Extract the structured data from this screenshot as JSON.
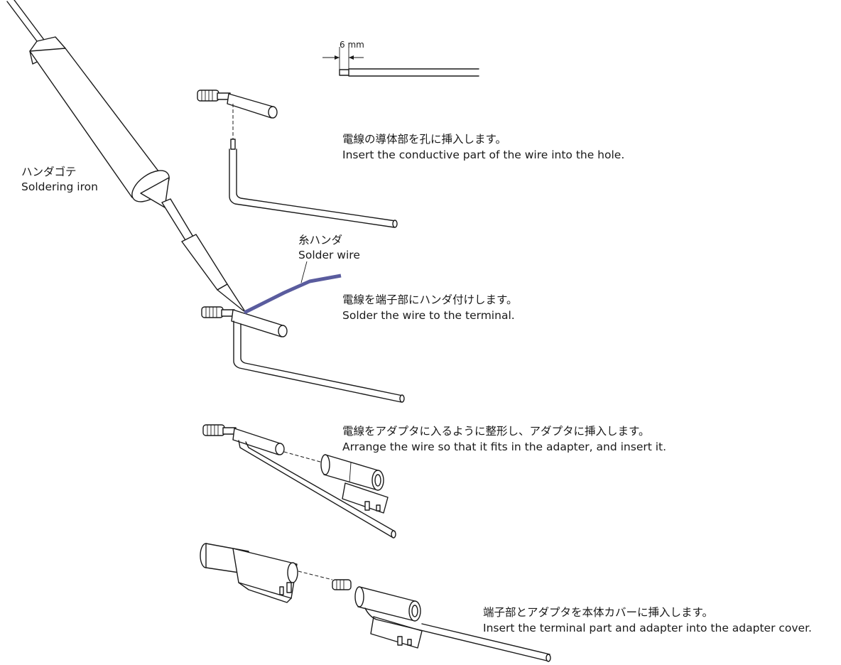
{
  "dimension": {
    "label": "6 mm"
  },
  "iron": {
    "label_ja": "ハンダゴテ",
    "label_en": "Soldering iron"
  },
  "solder": {
    "label_ja": "糸ハンダ",
    "label_en": "Solder wire",
    "color": "#5a5c9e"
  },
  "steps": [
    {
      "ja": "電線の導体部を孔に挿入します。",
      "en": "Insert the conductive part of the wire into the hole."
    },
    {
      "ja": "電線を端子部にハンダ付けします。",
      "en": "Solder the wire to the terminal."
    },
    {
      "ja": "電線をアダプタに入るように整形し、アダプタに挿入します。",
      "en": "Arrange the wire so that it fits in the adapter, and insert it."
    },
    {
      "ja": "端子部とアダプタを本体カバーに挿入します。",
      "en": "Insert the terminal part and adapter into the adapter cover."
    }
  ]
}
